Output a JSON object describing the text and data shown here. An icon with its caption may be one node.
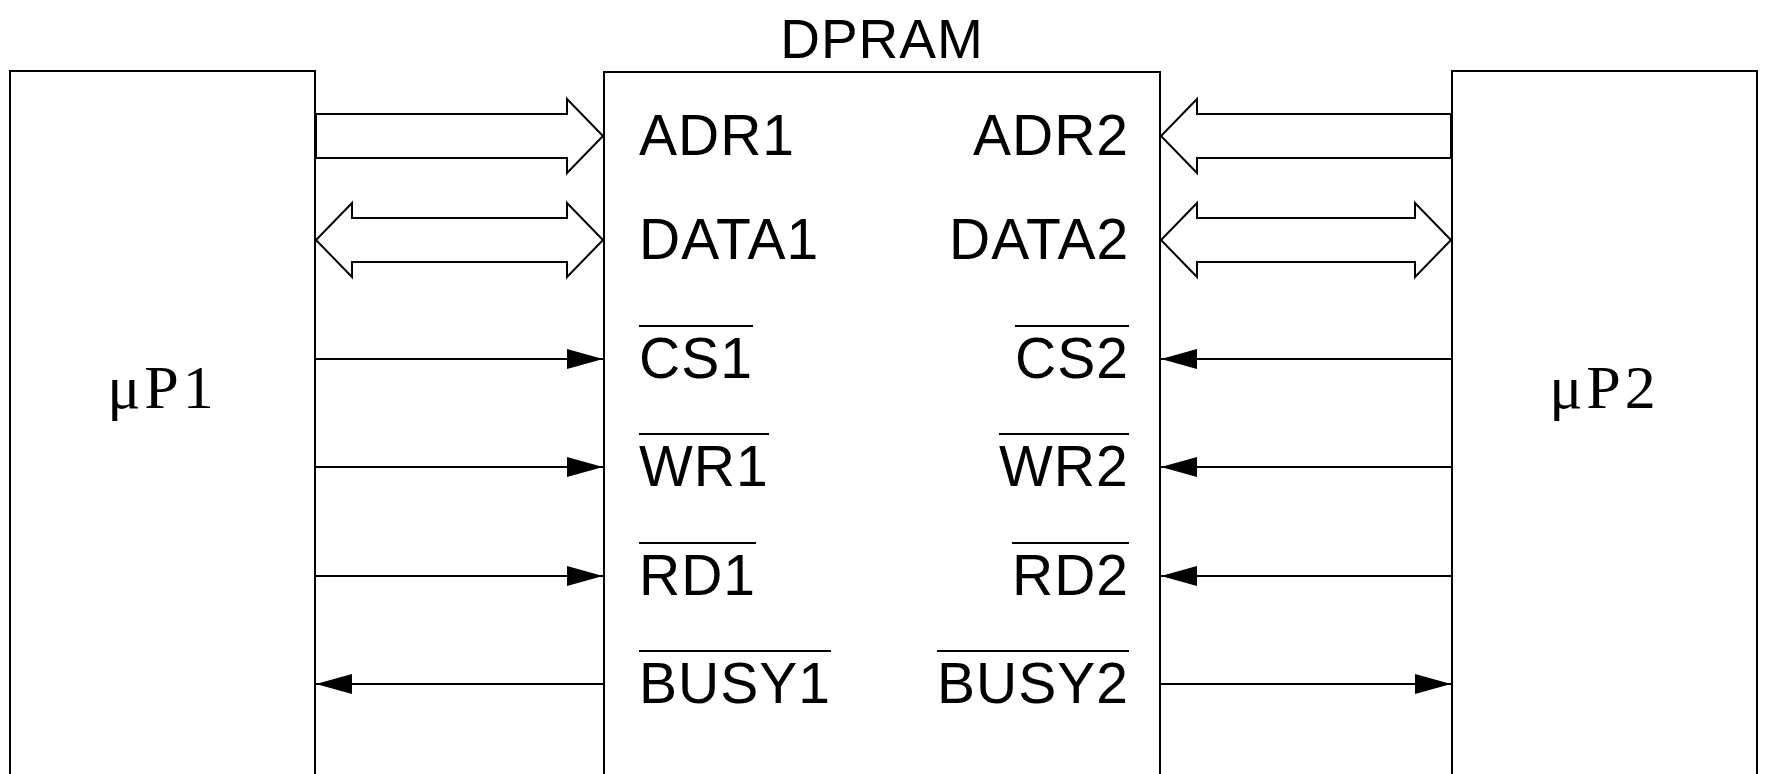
{
  "diagram": {
    "nodes": [
      {
        "text": [
          "μP1"
        ]
      },
      {
        "text": [
          "DPRAM"
        ]
      },
      {
        "text": [
          "μP2"
        ]
      }
    ],
    "edges": [
      {
        "from": 0,
        "to": 1,
        "arrow": "to",
        "style": "thick"
      },
      {
        "from": 0,
        "to": 1,
        "arrow": "both",
        "style": "thick"
      },
      {
        "from": 0,
        "to": 1,
        "arrow": "to"
      },
      {
        "from": 0,
        "to": 1,
        "arrow": "to"
      },
      {
        "from": 0,
        "to": 1,
        "arrow": "to"
      },
      {
        "from": 1,
        "to": 0,
        "arrow": "to"
      },
      {
        "from": 2,
        "to": 1,
        "arrow": "to",
        "style": "thick"
      },
      {
        "from": 2,
        "to": 1,
        "arrow": "both",
        "style": "thick"
      },
      {
        "from": 2,
        "to": 1,
        "arrow": "to"
      },
      {
        "from": 2,
        "to": 1,
        "arrow": "to"
      },
      {
        "from": 2,
        "to": 1,
        "arrow": "to"
      },
      {
        "from": 1,
        "to": 2,
        "arrow": "to"
      }
    ],
    "labels": [
      "ADR1",
      "ADR2",
      "DATA1",
      "DATA2",
      "CS1",
      "CS2",
      "WR1",
      "WR2",
      "RD1",
      "RD2",
      "BUSY1",
      "BUSY2"
    ]
  }
}
